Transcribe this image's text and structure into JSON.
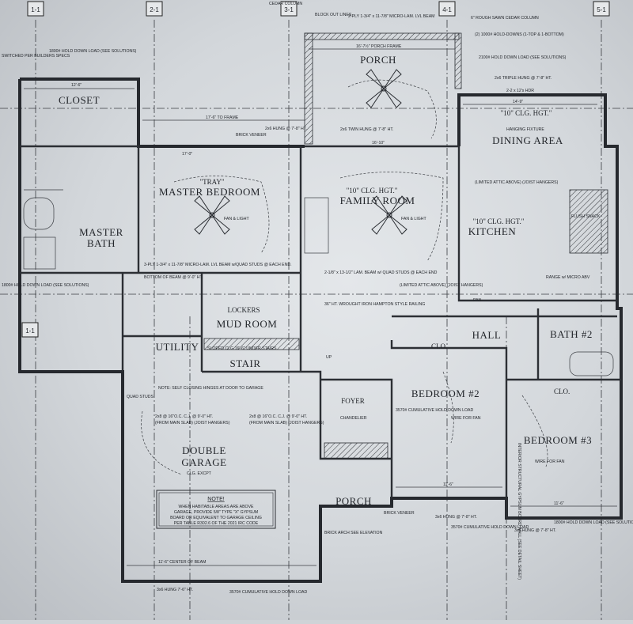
{
  "grid_bubbles": [
    "1-1",
    "2-1",
    "3-1",
    "4-1",
    "5-1",
    "1-1"
  ],
  "rooms": {
    "closet": "CLOSET",
    "master_bath": [
      "MASTER",
      "BATH"
    ],
    "master_bedroom": "MASTER BEDROOM",
    "master_bedroom_ceiling": "\"TRAY\"",
    "porch_rear": "PORCH",
    "family_room": "FAMILY ROOM",
    "family_room_ceiling": "\"10\" CLG. HGT.\"",
    "dining_area": "DINING AREA",
    "dining_ceiling": "\"10\" CLG. HGT.\"",
    "kitchen": "KITCHEN",
    "kitchen_ceiling": "\"10\" CLG. HGT.\"",
    "lockers": "LOCKERS",
    "mud_room": "MUD ROOM",
    "utility": "UTILITY",
    "stair": "STAIR",
    "double_garage": [
      "DOUBLE",
      "GARAGE"
    ],
    "foyer": "FOYER",
    "porch_front": "PORCH",
    "hall": "HALL",
    "bedroom_2": "BEDROOM #2",
    "bath_2": "BATH #2",
    "bedroom_3": "BEDROOM #3",
    "closet_short": "CLO."
  },
  "annotations": [
    "SWITCHED PER BUILDERS SPECS",
    "1800# HOLD DOWN LOAD (SEE SOLUTIONS)",
    "12'-6\"",
    "17'-6\" TO FRAME",
    "BRICK VENEER",
    "2x6 HUNG @ 7'-8\" HT.",
    "BLOCK OUT LINES",
    "2-PLY 1-3/4\" x 11-7/8\" MICRO-LAM. LVL BEAM",
    "16'-7½\" PORCH FRAME",
    "6\" ROUGH SAWN CEDAR COLUMN",
    "(2) 1000# HOLD-DOWNS (1-TOP & 1-BOTTOM)",
    "2100# HOLD DOWN LOAD (SEE SOLUTIONS)",
    "2x6 TRIPLE HUNG @ 7'-8\" HT.",
    "2-2 x 12's HDR",
    "14'-9\"",
    "HANGING FIXTURE",
    "FAN & LIGHT",
    "2x6 TWIN HUNG @ 7'-8\" HT.",
    "3-PLY 1-3/4\" x 11-7/8\" MICRO-LAM. LVL BEAM w/QUAD STUDS @ EACH END.",
    "BOTTOM OF BEAM @ 9'-0\" HT.",
    "2-1/8\" x 13-1/2\" LAM. BEAM w/ QUAD STUDS @ EACH END",
    "36\" HT. WROUGHT IRON HAMPTON STYLE RAILING",
    "(LIMITED ATTIC ABOVE) (JOIST HANGERS)",
    "FLUSH SNACK",
    "RANGE w/ MICRO ABV",
    "PAN",
    "SLOPED CLG 16'-6\" UNDER STAIRS",
    "UP",
    "NOTE: SELF CLOSING HINGES AT DOOR TO GARAGE",
    "QUAD STUDS",
    "2x8 @ 16\"O.C. C.J. @ 9'-0\" HT.",
    "(FROM MAIN SLAB) (JOIST HANGERS)",
    "CLG. EXCPT",
    "11'-6\" CENTER OF BEAM",
    "3x6 HUNG 7'-6\" HT.",
    "3570# CUMULATIVE HOLD DOWN LOAD",
    "CHANDELIER",
    "BRICK ARCH SEE ELEVATION",
    "WIRE FOR FAN",
    "INTERIOR STRUCTURAL GYPSUM BOARD WALL (SEE DETAIL SHEET)",
    "11'-6\"",
    "3x6 HUNG @ 7'-8\" HT.",
    "CEDAR COLUMN",
    "17'-0\"",
    "16'-10\""
  ],
  "note_box": {
    "title": "NOTE!",
    "lines": [
      "WHEN HABITABLE AREAS ARE ABOVE",
      "GARAGE, PROVIDE 5/8\" TYPE \"X\" GYPSUM",
      "BOARD OR EQUIVALENT TO GARAGE CEILING",
      "PER TABLE R302.6 OF THE 2021 IRC CODE"
    ]
  }
}
